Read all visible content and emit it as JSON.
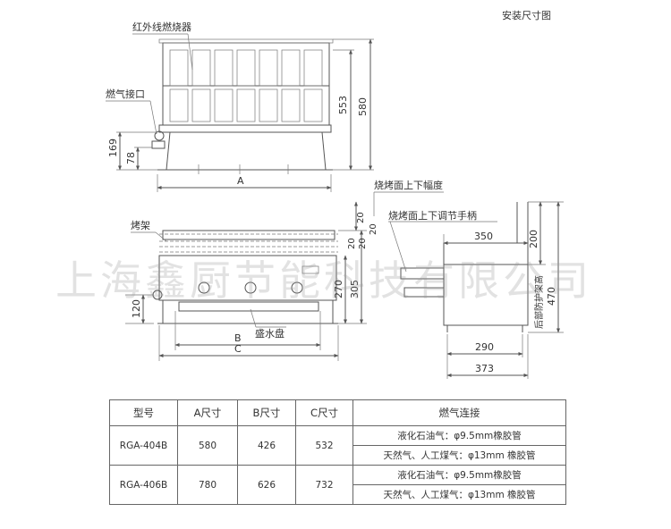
{
  "title": "安装尺寸图",
  "watermark": "上海鑫厨节能科技有限公司",
  "labels": {
    "burner": "红外线燃烧器",
    "gas_inlet": "燃气接口",
    "grill_rack": "烤架",
    "drip_tray": "盛水盘",
    "grill_range": "烧烤面上下幅度",
    "grill_handle": "烧烤面上下调节手柄",
    "rear_guard": "后部防护架高",
    "dim_A": "A",
    "dim_B": "B",
    "dim_C": "C"
  },
  "dimensions": {
    "d553": "553",
    "d580": "580",
    "d169": "169",
    "d78": "78",
    "d120": "120",
    "d270": "270",
    "d305": "305",
    "d20a": "20",
    "d20b": "20",
    "d20c": "20",
    "d20d": "20",
    "d350": "350",
    "d200": "200",
    "d470": "470",
    "d290": "290",
    "d373": "373"
  },
  "table": {
    "headers": [
      "型号",
      "A尺寸",
      "B尺寸",
      "C尺寸",
      "燃气连接"
    ],
    "rows": [
      {
        "model": "RGA-404B",
        "a": "580",
        "b": "426",
        "c": "532",
        "gas": [
          "液化石油气：φ9.5mm橡胶管",
          "天然气、人工煤气：φ13mm 橡胶管"
        ]
      },
      {
        "model": "RGA-406B",
        "a": "780",
        "b": "626",
        "c": "732",
        "gas": [
          "液化石油气：φ9.5mm橡胶管",
          "天然气、人工煤气：φ13mm 橡胶管"
        ]
      }
    ]
  }
}
